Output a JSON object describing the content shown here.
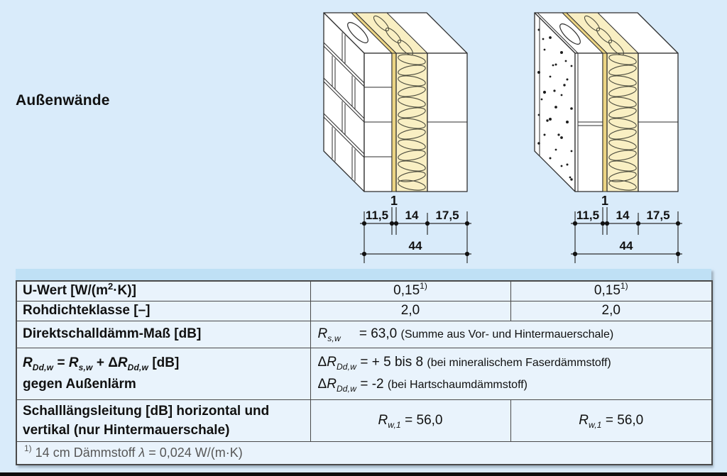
{
  "title": "Außenwände",
  "colors": {
    "background": "#d9ebfa",
    "header_band": "#bfe0f5",
    "cell_background": "#e9f3fc",
    "table_border": "#4a4a4a",
    "insulation_fill": "#f9efc3",
    "insulation_strip": "#ecd584"
  },
  "diagram": {
    "marker": "1",
    "dim_seg1": "11,5",
    "dim_seg2": "14",
    "dim_seg3": "17,5",
    "dim_total": "44"
  },
  "table": {
    "u_wert": {
      "label_pre": "U-Wert [W/(m",
      "label_sup": "2",
      "label_post": "·K)]",
      "value_sup": "1)",
      "values": [
        "0,15",
        "0,15"
      ]
    },
    "rohdichte": {
      "label": "Rohdichteklasse [–]",
      "values": [
        "2,0",
        "2,0"
      ]
    },
    "direkt": {
      "label": "Direktschalldämm-Maß [dB]",
      "var": "R",
      "sub": "s,w",
      "eq": "= 63,0",
      "note": "(Summe aus Vor- und Hintermauerschale)"
    },
    "rdw": {
      "l_v1": "R",
      "l_s1": "Dd,w",
      "l_m1": " = ",
      "l_v2": "R",
      "l_s2": "s,w",
      "l_m2": " + ",
      "l_d3": "Δ",
      "l_v3": "R",
      "l_s3": "Dd,w",
      "l_tail": " [dB]",
      "label_line2": "gegen Außenlärm",
      "line1": {
        "delta": "Δ",
        "var": "R",
        "sub": "Dd,w",
        "eq": " = + 5 bis 8 ",
        "note": "(bei mineralischem Faserdämmstoff)"
      },
      "line2": {
        "delta": "Δ",
        "var": "R",
        "sub": "Dd,w",
        "eq": " = -2 ",
        "note": "(bei Hartschaumdämmstoff)"
      }
    },
    "laengs": {
      "label_line1": "Schalllängsleitung [dB] horizontal und",
      "label_line2": "vertikal (nur Hintermauerschale)",
      "var": "R",
      "sub": "w,1",
      "values": [
        " = 56,0",
        " = 56,0"
      ]
    },
    "footnote": {
      "sup": "1)",
      "text": " 14 cm Dämmstoff ",
      "lambda": "λ",
      "rest": " = 0,024 W/(m·K)"
    }
  }
}
